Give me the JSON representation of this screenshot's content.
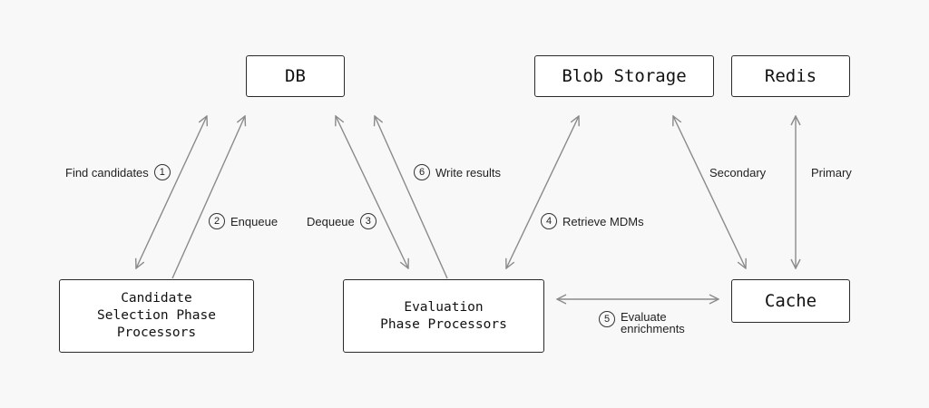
{
  "colors": {
    "background": "#f8f8f8",
    "stroke": "#2a2a2a",
    "arrow": "#8a8a8a"
  },
  "nodes": {
    "db": "DB",
    "blob": "Blob Storage",
    "redis": "Redis",
    "candidate": "Candidate\nSelection Phase\nProcessors",
    "evaluation": "Evaluation\nPhase Processors",
    "cache": "Cache"
  },
  "edges": {
    "find_candidates": {
      "text": "Find candidates",
      "step": "1"
    },
    "enqueue": {
      "text": "Enqueue",
      "step": "2"
    },
    "dequeue": {
      "text": "Dequeue",
      "step": "3"
    },
    "retrieve_mdms": {
      "text": "Retrieve MDMs",
      "step": "4"
    },
    "evaluate_enrichments": {
      "text": "Evaluate\nenrichments",
      "step": "5"
    },
    "write_results": {
      "text": "Write results",
      "step": "6"
    },
    "secondary": {
      "text": "Secondary"
    },
    "primary": {
      "text": "Primary"
    }
  }
}
